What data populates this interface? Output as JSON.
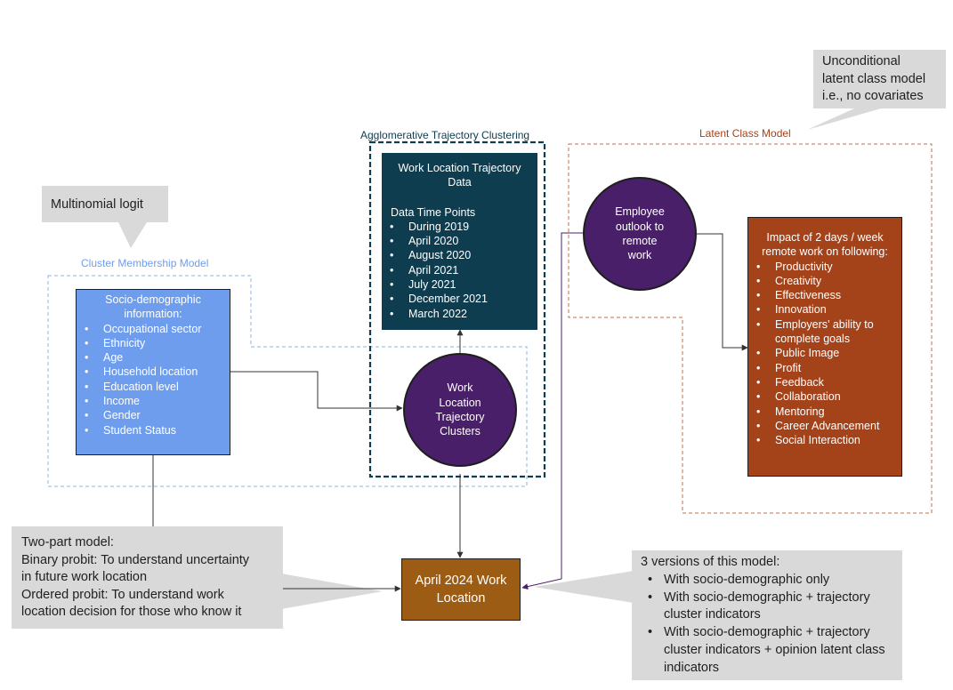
{
  "callouts": {
    "multinomial": "Multinomial logit",
    "unconditional": [
      "Unconditional",
      "latent class model",
      "i.e., no covariates"
    ],
    "two_part": [
      "Two-part model:",
      "Binary probit: To understand uncertainty",
      "in future work location",
      "Ordered probit: To understand work",
      "location decision for those who know it"
    ],
    "versions": {
      "title": "3 versions of this model:",
      "items": [
        [
          "With socio-demographic only"
        ],
        [
          "With socio-demographic + trajectory",
          "cluster indicators"
        ],
        [
          "With socio-demographic + trajectory",
          "cluster indicators + opinion latent class",
          "indicators"
        ]
      ]
    }
  },
  "regions": {
    "cluster_membership": "Cluster Membership Model",
    "agglomerative": "Agglomerative Trajectory Clustering",
    "latent_class": "Latent Class Model"
  },
  "socio": {
    "title": [
      "Socio-demographic",
      "information:"
    ],
    "items": [
      "Occupational sector",
      "Ethnicity",
      "Age",
      "Household location",
      "Education level",
      "Income",
      "Gender",
      "Student Status"
    ]
  },
  "trajectory_data": {
    "title": [
      "Work Location Trajectory",
      "Data"
    ],
    "subtitle": "Data Time Points",
    "items": [
      "During 2019",
      "April 2020",
      "August 2020",
      "April 2021",
      "July 2021",
      "December 2021",
      "March 2022"
    ]
  },
  "clusters_circle": [
    "Work",
    "Location",
    "Trajectory",
    "Clusters"
  ],
  "outlook_circle": [
    "Employee",
    "outlook to",
    "remote",
    "work"
  ],
  "impact": {
    "title": [
      "Impact of 2 days / week",
      "remote work on following:"
    ],
    "items": [
      [
        "Productivity"
      ],
      [
        "Creativity"
      ],
      [
        "Effectiveness"
      ],
      [
        "Innovation"
      ],
      [
        "Employers’ ability to",
        "complete goals"
      ],
      [
        "Public Image"
      ],
      [
        "Profit"
      ],
      [
        "Feedback"
      ],
      [
        "Collaboration"
      ],
      [
        "Mentoring"
      ],
      [
        "Career Advancement"
      ],
      [
        "Social Interaction"
      ]
    ]
  },
  "outcome": [
    "April 2024 Work",
    "Location"
  ],
  "colors": {
    "socio_fill": "#6f9ded",
    "data_fill": "#0d3d4f",
    "circle_fill": "#4a1f69",
    "impact_fill": "#a4421a",
    "outcome_fill": "#9c5c14",
    "callout_fill": "#d9d9d9"
  }
}
